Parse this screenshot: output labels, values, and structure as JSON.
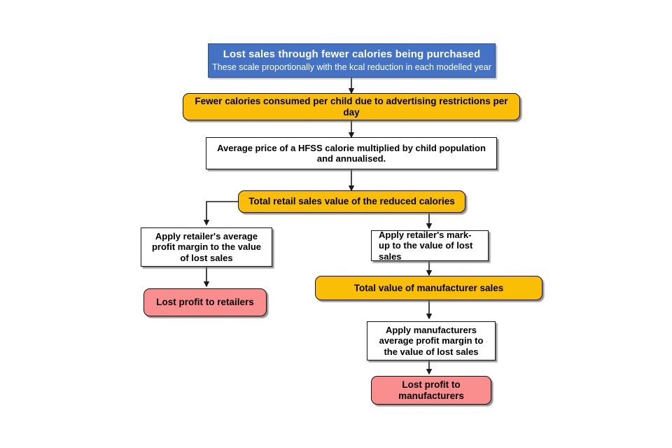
{
  "diagram": {
    "title_node": {
      "id": "lost-sales-header",
      "heading": "Lost sales through fewer calories being purchased",
      "subheading": "These scale proportionally with the kcal reduction in each modelled year",
      "fill": "#4472C4",
      "text_color": "#FFFFFF"
    },
    "nodes": [
      {
        "id": "fewer-calories",
        "label": "Fewer calories consumed per child due to advertising restrictions per day",
        "shape": "rounded-rect",
        "fill": "#FBBE07"
      },
      {
        "id": "average-price",
        "label": "Average price of a HFSS calorie multiplied by child population and annualised.",
        "shape": "rect",
        "fill": "#FFFFFF"
      },
      {
        "id": "total-retail-sales-value",
        "label": "Total retail sales value of the reduced calories",
        "shape": "rounded-rect",
        "fill": "#FBBE07"
      },
      {
        "id": "apply-retailer-profit-margin",
        "label": "Apply retailer's average profit margin to the value of lost sales",
        "shape": "rect",
        "fill": "#FFFFFF"
      },
      {
        "id": "lost-profit-retailers",
        "label": "Lost profit to retailers",
        "shape": "rounded-rect",
        "fill": "#FA8E8E"
      },
      {
        "id": "apply-retailer-markup",
        "label": "Apply retailer's mark-up to the value of lost sales",
        "shape": "rect",
        "fill": "#FFFFFF"
      },
      {
        "id": "total-manufacturer-sales",
        "label": "Total value of manufacturer sales",
        "shape": "rounded-rect",
        "fill": "#FBBE07"
      },
      {
        "id": "apply-manufacturer-profit-margin",
        "label": "Apply manufacturers average profit margin to the value of lost sales",
        "shape": "rect",
        "fill": "#FFFFFF"
      },
      {
        "id": "lost-profit-manufacturers",
        "label": "Lost profit to manufacturers",
        "shape": "rounded-rect",
        "fill": "#FA8E8E"
      }
    ],
    "edges": [
      {
        "from": "lost-sales-header",
        "to": "fewer-calories"
      },
      {
        "from": "fewer-calories",
        "to": "average-price"
      },
      {
        "from": "average-price",
        "to": "total-retail-sales-value"
      },
      {
        "from": "total-retail-sales-value",
        "to": "apply-retailer-profit-margin"
      },
      {
        "from": "apply-retailer-profit-margin",
        "to": "lost-profit-retailers"
      },
      {
        "from": "total-retail-sales-value",
        "to": "apply-retailer-markup"
      },
      {
        "from": "apply-retailer-markup",
        "to": "total-manufacturer-sales"
      },
      {
        "from": "total-manufacturer-sales",
        "to": "apply-manufacturer-profit-margin"
      },
      {
        "from": "apply-manufacturer-profit-margin",
        "to": "lost-profit-manufacturers"
      }
    ]
  }
}
